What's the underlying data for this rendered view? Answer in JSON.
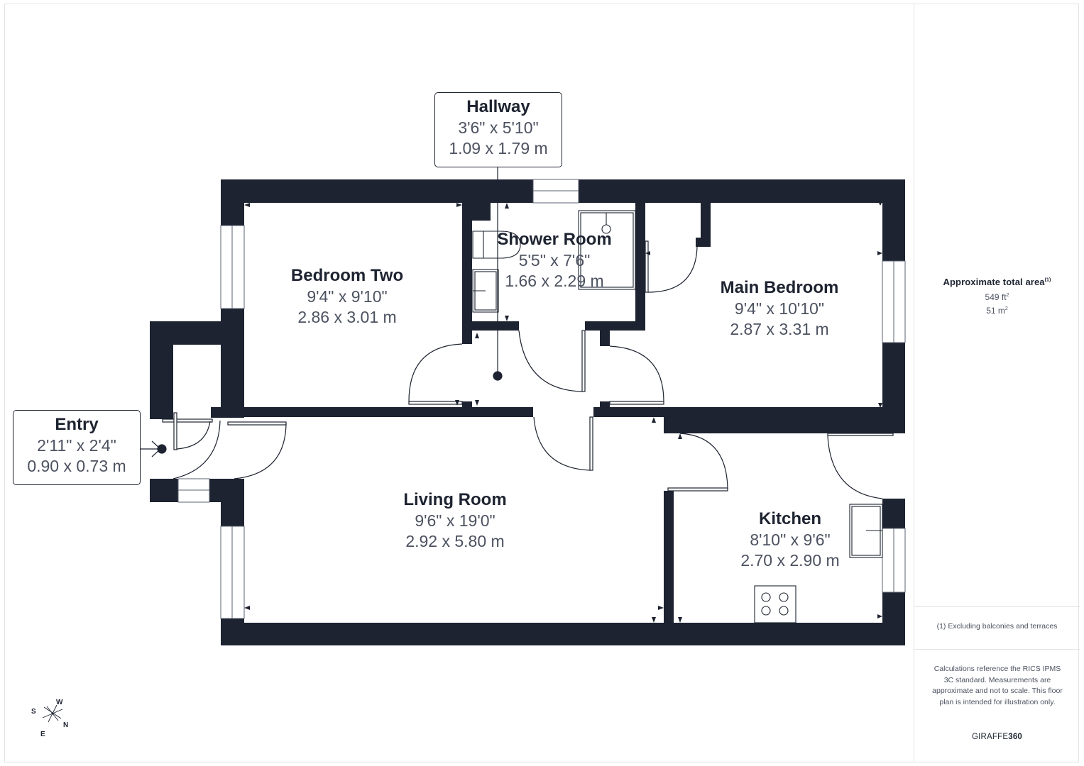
{
  "floorplan": {
    "rooms": [
      {
        "id": "hallway",
        "name": "Hallway",
        "imperial": "3'6\" x 5'10\"",
        "metric": "1.09 x 1.79 m"
      },
      {
        "id": "shower_room",
        "name": "Shower Room",
        "imperial": "5'5\" x 7'6\"",
        "metric": "1.66 x 2.29 m"
      },
      {
        "id": "bedroom_two",
        "name": "Bedroom Two",
        "imperial": "9'4\" x 9'10\"",
        "metric": "2.86 x 3.01 m"
      },
      {
        "id": "main_bedroom",
        "name": "Main Bedroom",
        "imperial": "9'4\" x 10'10\"",
        "metric": "2.87 x 3.31 m"
      },
      {
        "id": "entry",
        "name": "Entry",
        "imperial": "2'11\" x 2'4\"",
        "metric": "0.90 x 0.73 m"
      },
      {
        "id": "living_room",
        "name": "Living Room",
        "imperial": "9'6\" x 19'0\"",
        "metric": "2.92 x 5.80 m"
      },
      {
        "id": "kitchen",
        "name": "Kitchen",
        "imperial": "8'10\" x 9'6\"",
        "metric": "2.70 x 2.90 m"
      }
    ],
    "compass": {
      "top": "W",
      "left": "S",
      "right": "N",
      "bottom": "E"
    },
    "colors": {
      "wall": "#1d2330",
      "text_dim": "#4c5260",
      "border": "#e3e3e3"
    }
  },
  "sidebar": {
    "area_title": "Approximate total area",
    "area_footnote_marker": "(1)",
    "area_ft": "549 ft",
    "area_ft_unit_sup": "2",
    "area_m": "51 m",
    "area_m_unit_sup": "2",
    "footnote": "(1) Excluding balconies and terraces",
    "disclaimer": "Calculations reference the RICS IPMS 3C standard. Measurements are approximate and not to scale. This floor plan is intended for illustration only.",
    "brand_light": "GIRAFFE",
    "brand_bold": "360"
  }
}
